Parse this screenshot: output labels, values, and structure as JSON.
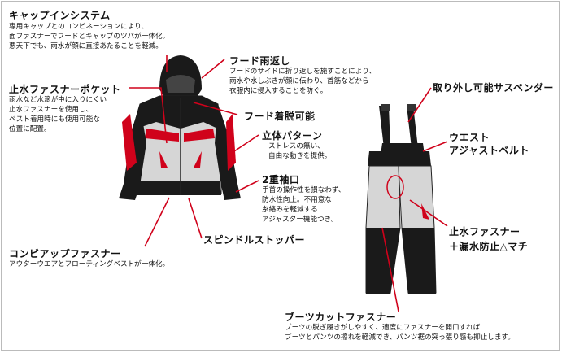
{
  "labels": {
    "cap": {
      "title": "キャップインシステム",
      "lines": [
        "専用キャップとのコンビネーションにより、",
        "面ファスナーでフードとキャップのツバが一体化。",
        "悪天下でも、雨水が顔に直接あたることを軽減。"
      ]
    },
    "hood_fold": {
      "title": "フード雨返し",
      "lines": [
        "フードのサイドに折り返しを施すことにより、",
        "雨水や水しぶきが顔に伝わり、首筋などから",
        "衣服内に侵入することを防ぐ。"
      ]
    },
    "pocket": {
      "title": "止水ファスナーポケット",
      "lines": [
        "雨水など水滴が中に入りにくい",
        "止水ファスナーを使用し、",
        "ベスト着用時にも使用可能な",
        "位置に配置。"
      ]
    },
    "hood_detach": {
      "title": "フード着脱可能"
    },
    "pattern": {
      "title": "立体パターン",
      "lines": [
        "ストレスの無い、",
        "自由な動きを提供。"
      ]
    },
    "cuff": {
      "title": "2重袖口",
      "lines": [
        "手首の操作性を損なわず、",
        "防水性向上。不用意な",
        "糸絡みを軽減する",
        "アジャスター機能つき。"
      ]
    },
    "spindle": {
      "title": "スピンドルストッパー"
    },
    "combi": {
      "title": "コンビアップファスナー",
      "lines": [
        "アウターウエアとフローティングベストが一体化。"
      ]
    },
    "suspender": {
      "title": "取り外し可能サスペンダー"
    },
    "waist": {
      "title": "ウエスト",
      "title2": "アジャストベルト"
    },
    "zipper": {
      "title": "止水ファスナー",
      "title2": "＋漏水防止△マチ"
    },
    "boots": {
      "title": "ブーツカットファスナー",
      "lines": [
        "ブーツの脱ぎ履きがしやすく、適度にファスナーを開口すれば",
        "ブーツとパンツの擦れを軽減でき、パンツ裾の突っ張り感も抑止します。"
      ]
    }
  },
  "colors": {
    "accent": "#d0021b",
    "jacket_black": "#1a1a1a",
    "jacket_gray": "#d6d6d6",
    "text": "#111111"
  }
}
